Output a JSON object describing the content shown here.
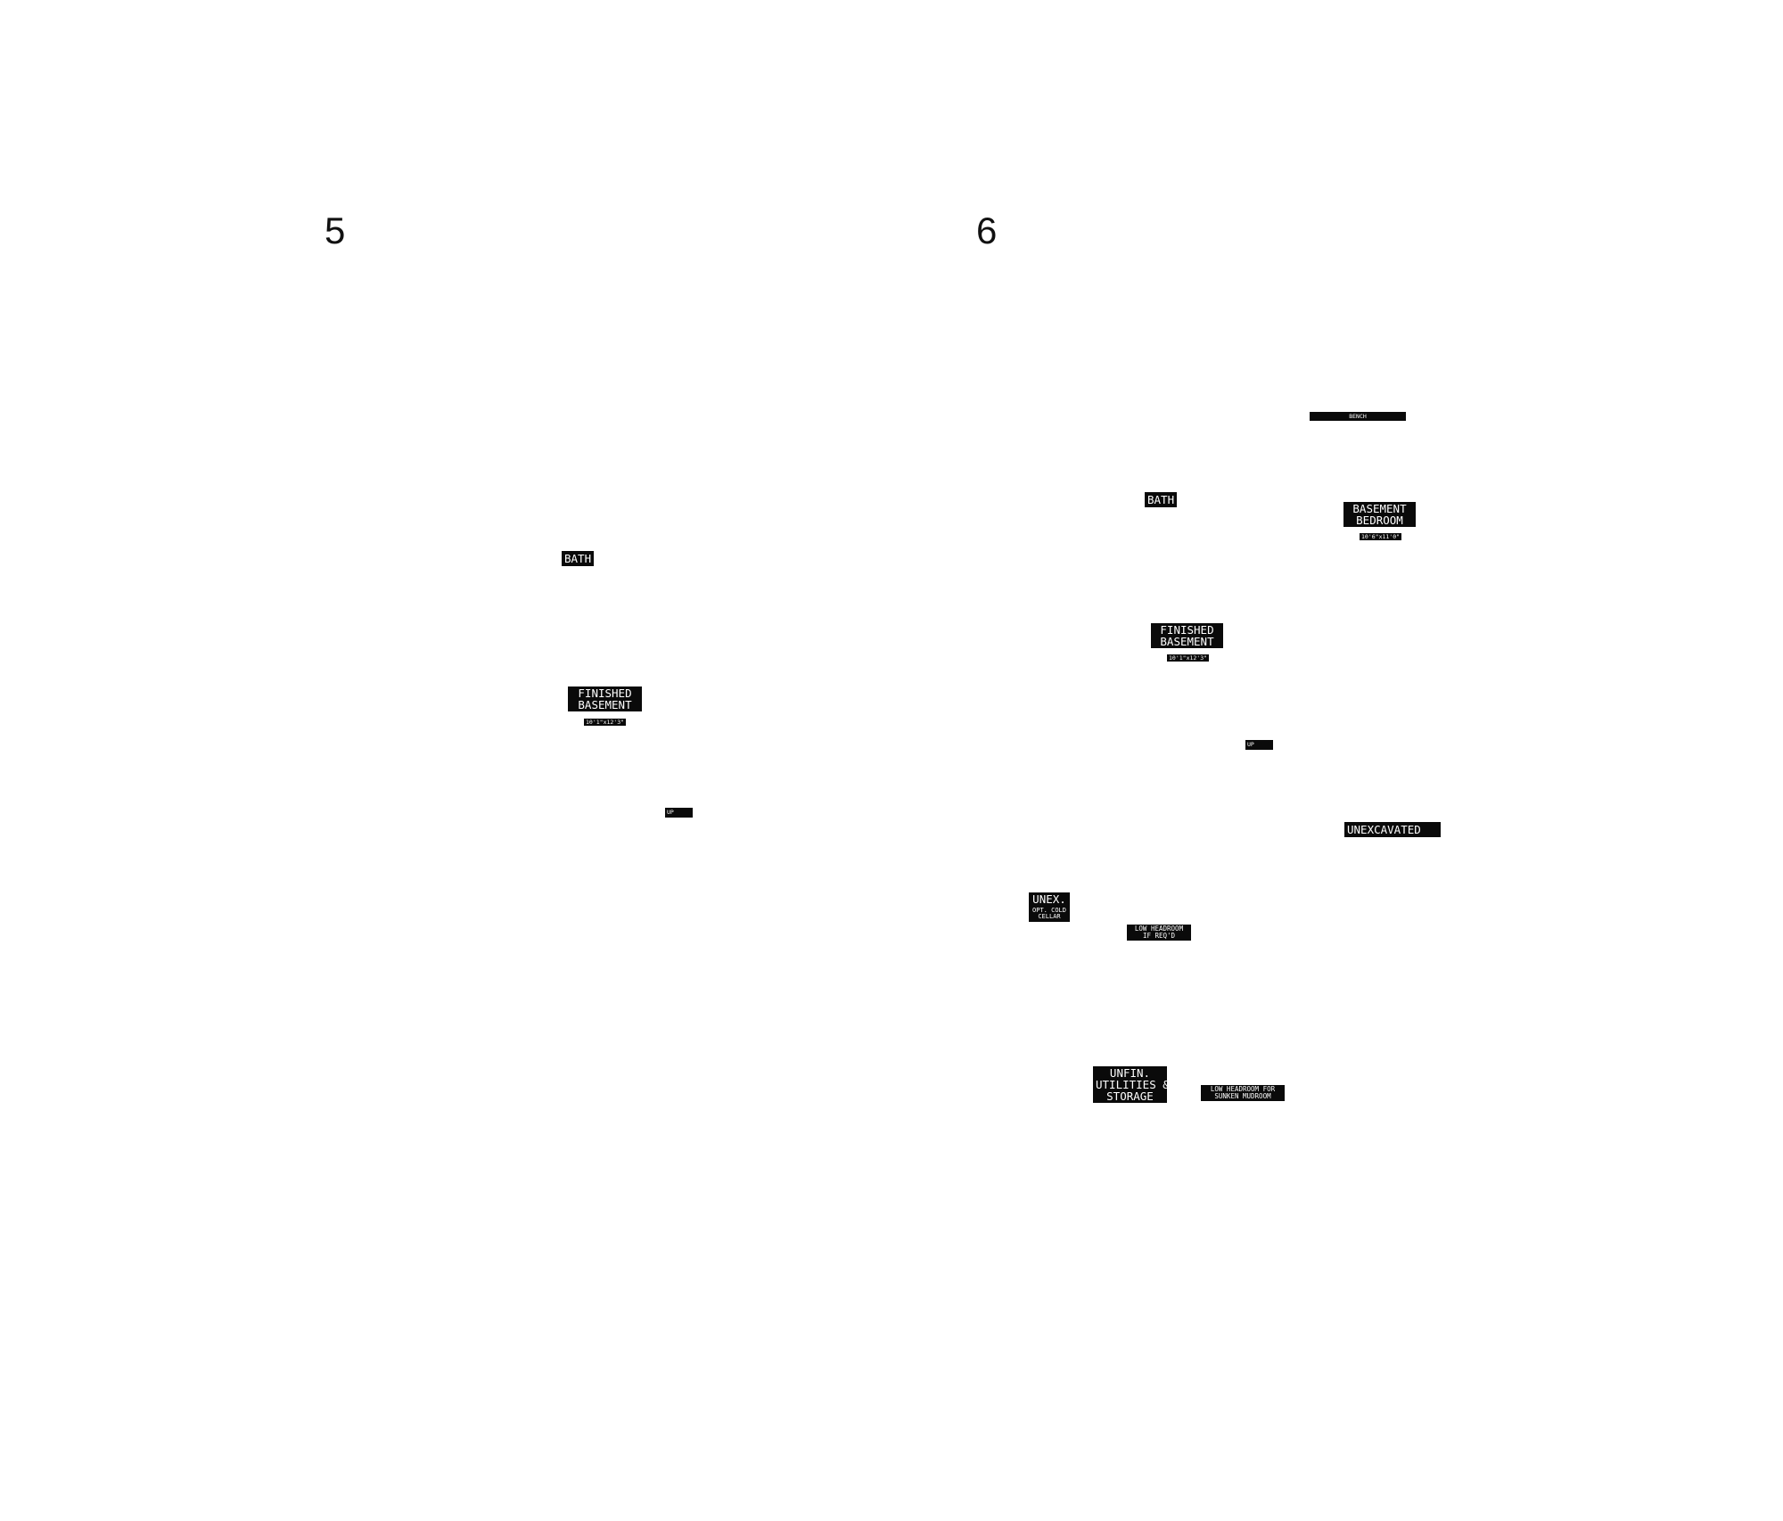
{
  "plans": [
    {
      "number": "5",
      "labels": {
        "bath": "BATH",
        "finished_basement": [
          "FINISHED",
          "BASEMENT"
        ],
        "finished_basement_dim": "10'1\"x12'3\"",
        "stair_up": "UP"
      }
    },
    {
      "number": "6",
      "labels": {
        "bench": "BENCH",
        "bath": "BATH",
        "basement_bedroom": [
          "BASEMENT",
          "BEDROOM"
        ],
        "basement_bedroom_dim": "10'6\"x11'0\"",
        "finished_basement": [
          "FINISHED",
          "BASEMENT"
        ],
        "finished_basement_dim": "10'1\"x12'3\"",
        "stair_up": "UP",
        "unexcavated": "UNEXCAVATED",
        "unex": "UNEX.",
        "opt_cold_cellar": [
          "OPT. COLD",
          "CELLAR"
        ],
        "low_headroom": [
          "LOW HEADROOM",
          "IF REQ'D"
        ],
        "unfin_storage": [
          "UNFIN.",
          "UTILITIES &",
          "STORAGE"
        ],
        "low_headroom_mudroom": [
          "LOW HEADROOM FOR",
          "SUNKEN MUDROOM"
        ]
      }
    }
  ]
}
